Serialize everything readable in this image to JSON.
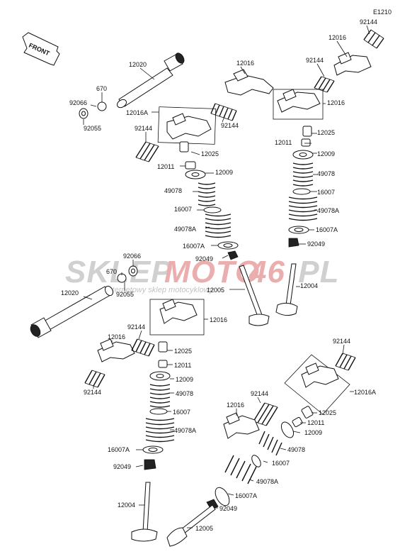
{
  "figure_code": "E1210",
  "front_label": "FRONT",
  "watermark": {
    "brand_a": "SKLEP",
    "brand_b": "MOTO",
    "brand_c": "46",
    "brand_d": ".PL",
    "tagline": "internetowy sklep motocyklowy",
    "colors": {
      "gray": "#c8c8c8",
      "red": "#e8a0a0"
    }
  },
  "labels": {
    "l01": "92144",
    "l02": "12016",
    "l03": "92144",
    "l04": "12020",
    "l05": "670",
    "l06": "92066",
    "l07": "92055",
    "l08": "12016",
    "l09": "12016",
    "l10": "12016A",
    "l11": "92144",
    "l12": "92144",
    "l13": "12025",
    "l14": "12011",
    "l15": "12009",
    "l16": "12025",
    "l17": "12011",
    "l18": "12009",
    "l19": "49078",
    "l20": "49078",
    "l21": "16007",
    "l22": "16007",
    "l23": "49078A",
    "l24": "49078A",
    "l25": "16007A",
    "l26": "16007A",
    "l27": "92049",
    "l28": "92049",
    "l29": "12005",
    "l30": "12004",
    "l31": "92066",
    "l32": "670",
    "l33": "92055",
    "l34": "12020",
    "l35": "12016",
    "l36": "92144",
    "l37": "12016",
    "l38": "12025",
    "l39": "12011",
    "l40": "92144",
    "l41": "12009",
    "l42": "49078",
    "l43": "16007",
    "l44": "49078A",
    "l45": "16007A",
    "l46": "92049",
    "l47": "12004",
    "l48": "92144",
    "l49": "12016A",
    "l50": "92144",
    "l51": "12016",
    "l52": "12025",
    "l53": "12011",
    "l54": "12009",
    "l55": "49078",
    "l56": "16007",
    "l57": "49078A",
    "l58": "16007A",
    "l59": "92049",
    "l60": "12005"
  }
}
